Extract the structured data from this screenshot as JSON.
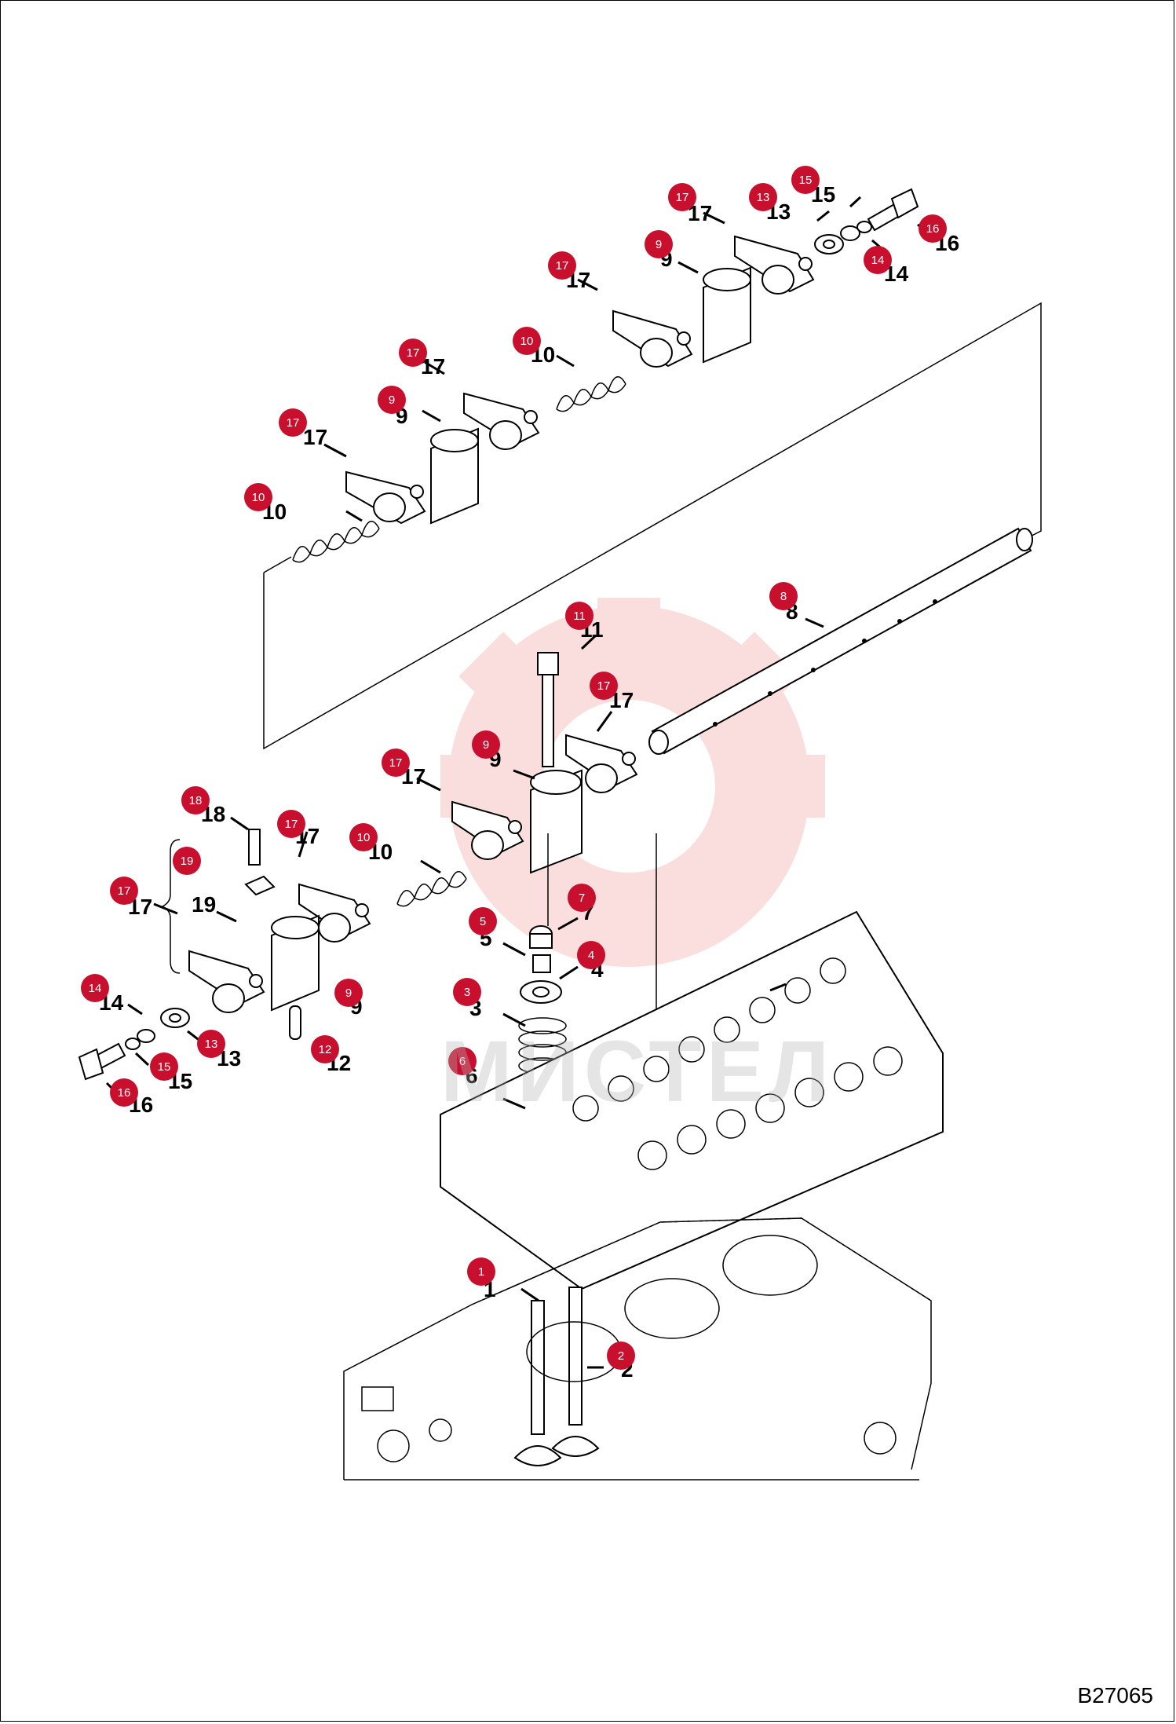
{
  "diagram": {
    "reference_code": "B27065",
    "watermark": "МИСТЕЛ",
    "colors": {
      "badge": "#c8102e",
      "badge_text": "#ffffff",
      "line": "#000000",
      "watermark": "#f3a0a0"
    },
    "callouts": [
      {
        "id": "c1",
        "number": "1"
      },
      {
        "id": "c2",
        "number": "2"
      },
      {
        "id": "c3",
        "number": "3"
      },
      {
        "id": "c4",
        "number": "4"
      },
      {
        "id": "c5",
        "number": "5"
      },
      {
        "id": "c6",
        "number": "6"
      },
      {
        "id": "c7",
        "number": "7"
      },
      {
        "id": "c8",
        "number": "8"
      },
      {
        "id": "c9a",
        "number": "9"
      },
      {
        "id": "c9b",
        "number": "9"
      },
      {
        "id": "c9c",
        "number": "9"
      },
      {
        "id": "c9d",
        "number": "9"
      },
      {
        "id": "c10a",
        "number": "10"
      },
      {
        "id": "c10b",
        "number": "10"
      },
      {
        "id": "c10c",
        "number": "10"
      },
      {
        "id": "c11",
        "number": "11"
      },
      {
        "id": "c12",
        "number": "12"
      },
      {
        "id": "c13a",
        "number": "13"
      },
      {
        "id": "c13b",
        "number": "13"
      },
      {
        "id": "c14a",
        "number": "14"
      },
      {
        "id": "c14b",
        "number": "14"
      },
      {
        "id": "c15a",
        "number": "15"
      },
      {
        "id": "c15b",
        "number": "15"
      },
      {
        "id": "c16a",
        "number": "16"
      },
      {
        "id": "c16b",
        "number": "16"
      },
      {
        "id": "c17a",
        "number": "17"
      },
      {
        "id": "c17b",
        "number": "17"
      },
      {
        "id": "c17c",
        "number": "17"
      },
      {
        "id": "c17d",
        "number": "17"
      },
      {
        "id": "c17e",
        "number": "17"
      },
      {
        "id": "c17f",
        "number": "17"
      },
      {
        "id": "c17g",
        "number": "17"
      },
      {
        "id": "c17h",
        "number": "17"
      },
      {
        "id": "c18",
        "number": "18"
      },
      {
        "id": "c19",
        "number": "19"
      }
    ]
  }
}
